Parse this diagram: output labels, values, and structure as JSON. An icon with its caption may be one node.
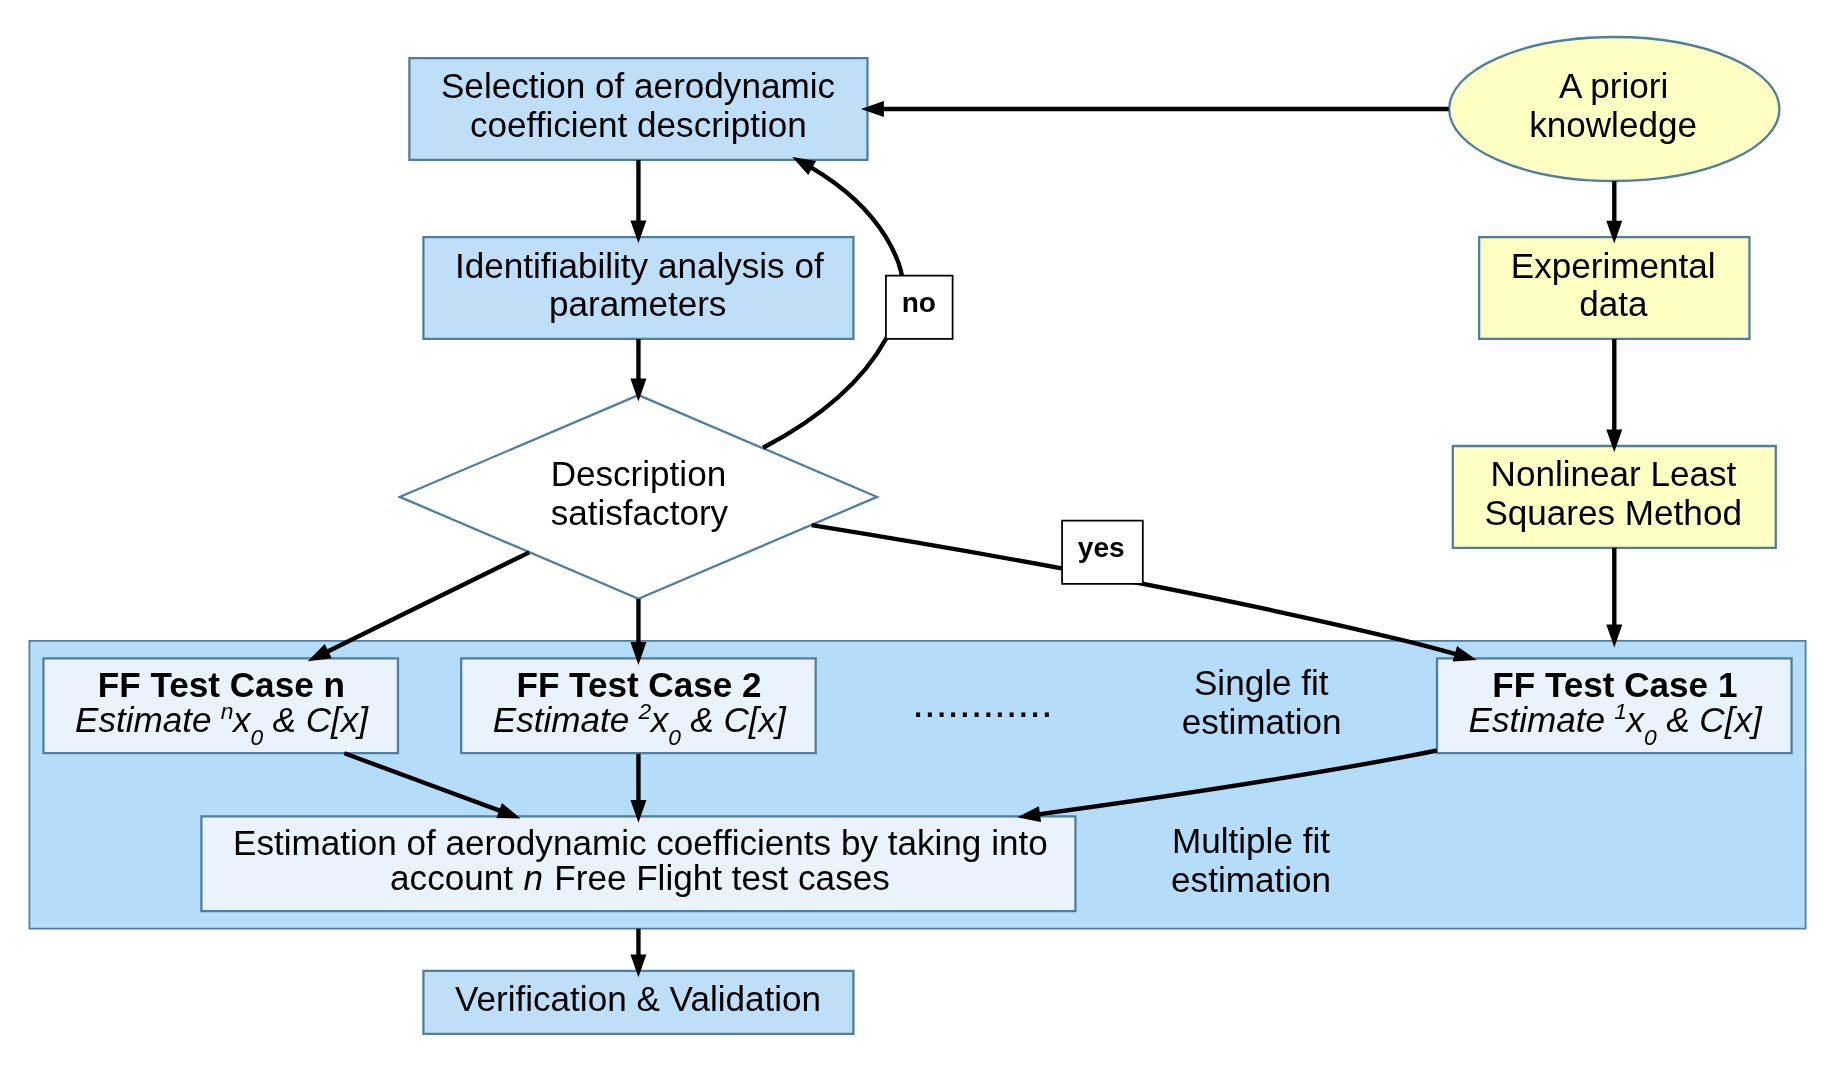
{
  "diagram": {
    "nodes": [
      {
        "text": [
          "Selection of aerodynamic coefficient description"
        ]
      },
      {
        "text": [
          "Identifiability analysis of parameters"
        ]
      },
      {
        "text": [
          "Description satisfactory"
        ]
      },
      {
        "text": [
          "A priori knowledge"
        ]
      },
      {
        "text": [
          "Experimental data"
        ]
      },
      {
        "text": [
          "Nonlinear Least Squares Method"
        ]
      },
      {
        "text": [],
        "shape": "box"
      },
      {
        "text": [
          "FF Test Case 1",
          "Estimate $^{1}$x$_{0}$ & C[x]"
        ],
        "in": 6
      },
      {
        "text": [
          "FF Test Case 2",
          "Estimate $^{2}$x$_{0}$ & C[x]"
        ],
        "in": 6
      },
      {
        "text": [
          "FF Test Case n",
          "Estimate $^{n}$x$_{0}$ & C[x]"
        ],
        "in": 6
      },
      {
        "text": [
          "Estimation of aerodynamic coefficients by taking into account *n* Free Flight test cases"
        ],
        "in": 6
      },
      {
        "text": [
          "Verification & Validation"
        ]
      }
    ],
    "edges": [
      {
        "from": 3,
        "to": 0,
        "arrow": "to"
      },
      {
        "from": 0,
        "to": 1,
        "arrow": "to"
      },
      {
        "from": 1,
        "to": 2,
        "arrow": "to"
      },
      {
        "from": 2,
        "to": 0,
        "arrow": "to",
        "label": "no"
      },
      {
        "from": 2,
        "to": 7,
        "arrow": "to",
        "label": "yes"
      },
      {
        "from": 2,
        "to": 8,
        "arrow": "to"
      },
      {
        "from": 2,
        "to": 9,
        "arrow": "to"
      },
      {
        "from": 3,
        "to": 4,
        "arrow": "to"
      },
      {
        "from": 4,
        "to": 5,
        "arrow": "to"
      },
      {
        "from": 5,
        "to": 6,
        "arrow": "to"
      },
      {
        "from": 7,
        "to": 10,
        "arrow": "to"
      },
      {
        "from": 8,
        "to": 10,
        "arrow": "to"
      },
      {
        "from": 9,
        "to": 10,
        "arrow": "to"
      },
      {
        "from": 6,
        "to": 11,
        "arrow": "to"
      }
    ],
    "labels": [
      "............",
      "Single fit estimation",
      "Multiple fit estimation"
    ]
  }
}
